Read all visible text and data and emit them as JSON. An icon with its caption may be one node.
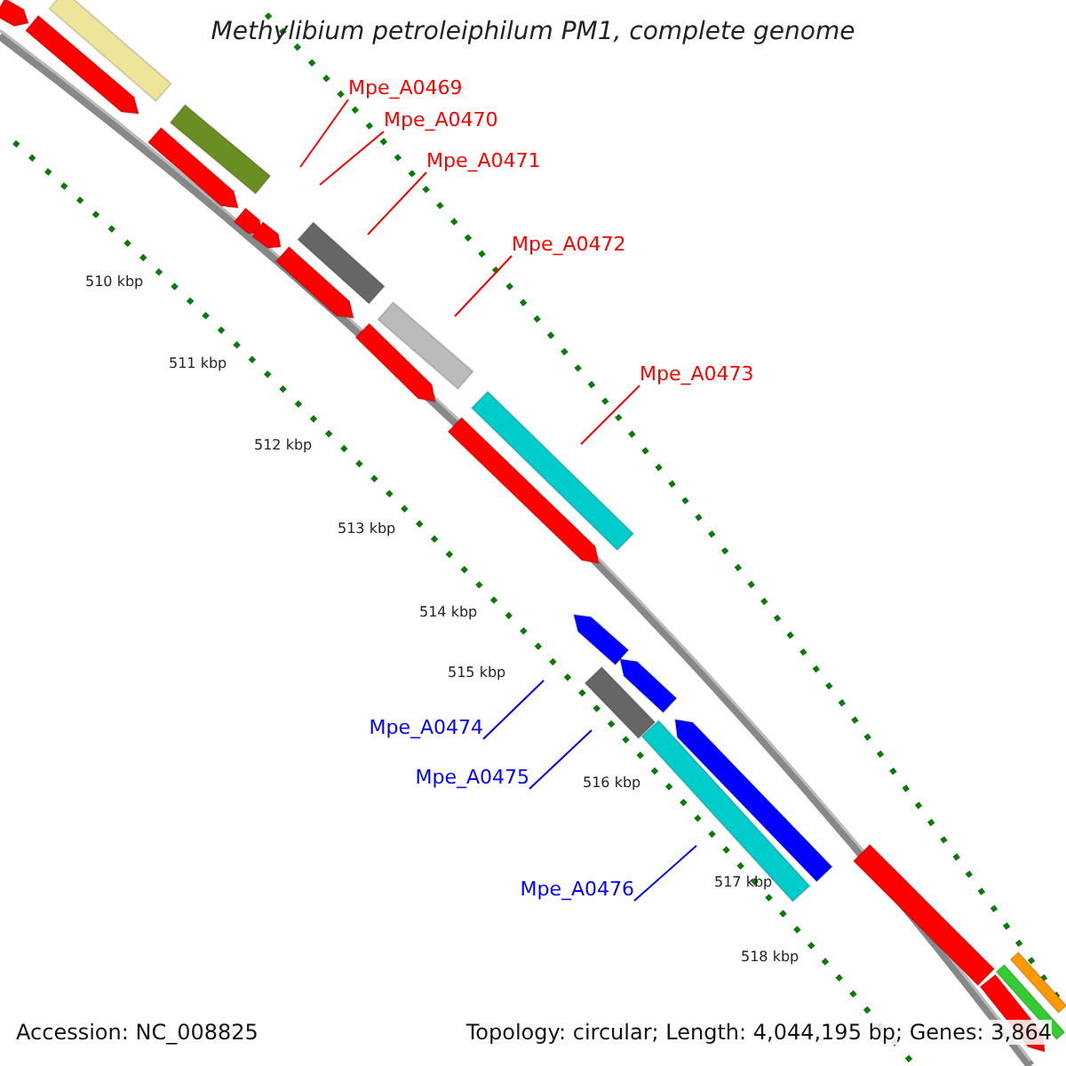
{
  "diagram": {
    "title": "Methylibium petroleiphilum PM1, complete genome",
    "nodes": [
      {
        "text": [
          "Mpe_A0469"
        ]
      },
      {
        "text": [
          "Mpe_A0470"
        ]
      },
      {
        "text": [
          "Mpe_A0471"
        ]
      },
      {
        "text": [
          "Mpe_A0472"
        ]
      },
      {
        "text": [
          "Mpe_A0473"
        ]
      },
      {
        "text": [
          "Mpe_A0474"
        ]
      },
      {
        "text": [
          "Mpe_A0475"
        ]
      },
      {
        "text": [
          "Mpe_A0476"
        ]
      }
    ],
    "edges": [
      {
        "from": 0,
        "to": null,
        "arrow": "none"
      },
      {
        "from": 1,
        "to": null,
        "arrow": "none"
      },
      {
        "from": 2,
        "to": null,
        "arrow": "none"
      },
      {
        "from": 3,
        "to": null,
        "arrow": "none"
      },
      {
        "from": 4,
        "to": null,
        "arrow": "none"
      },
      {
        "from": 5,
        "to": null,
        "arrow": "none",
        "color": "#0000ff"
      },
      {
        "from": 6,
        "to": null,
        "arrow": "none",
        "color": "#0000ff"
      },
      {
        "from": 7,
        "to": null,
        "arrow": "none",
        "color": "#0000ff"
      }
    ],
    "labels": [
      "510 kbp",
      "511 kbp",
      "512 kbp",
      "513 kbp",
      "514 kbp",
      "515 kbp",
      "516 kbp",
      "517 kbp",
      "518 kbp",
      "Accession: NC_008825",
      "Topology: circular; Length: 4,044,195 bp; Genes: 3,864"
    ]
  }
}
